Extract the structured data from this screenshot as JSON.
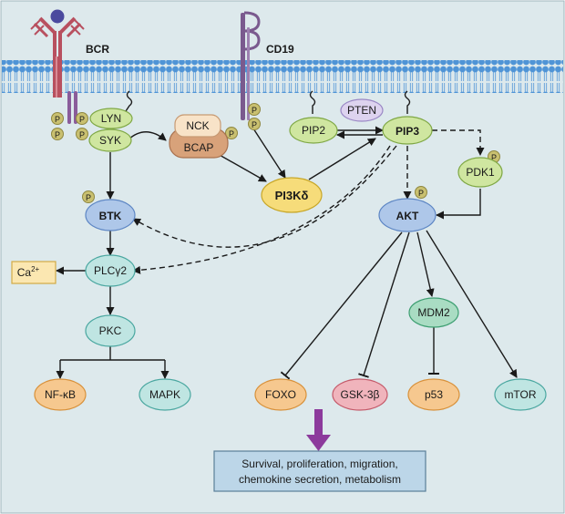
{
  "receptors": {
    "bcr": "BCR",
    "cd19": "CD19"
  },
  "phospho": "P",
  "nodes": {
    "lyn": "LYN",
    "syk": "SYK",
    "nck": "NCK",
    "bcap": "BCAP",
    "pip2": "PIP2",
    "pten": "PTEN",
    "pip3": "PIP3",
    "pdk1": "PDK1",
    "pi3k": "PI3Kδ",
    "btk": "BTK",
    "akt": "AKT",
    "plc": "PLCγ2",
    "ca_base": "Ca",
    "ca_sup": "2+",
    "pkc": "PKC",
    "nfkb": "NF-κB",
    "mapk": "MAPK",
    "mdm2": "MDM2",
    "foxo": "FOXO",
    "gsk": "GSK-3β",
    "p53": "p53",
    "mtor": "mTOR"
  },
  "outcome": {
    "line1": "Survival, proliferation, migration,",
    "line2": "chemokine secretion, metabolism"
  },
  "colors": {
    "background": "#dde9ec",
    "membrane": "#4f94d6",
    "bcr": "#b8505f",
    "cd19": "#7a5a8e",
    "green_node": "#cfe6a0",
    "blue_node": "#aec7e9",
    "teal_node": "#bfe5e2",
    "orange_node": "#f6c88f",
    "pink_node": "#f0b4bc",
    "yellow_node": "#f6dc7a",
    "phospho": "#c9c070",
    "outcome_arrow": "#8c3a9c",
    "outcome_box": "#bcd6e8"
  }
}
